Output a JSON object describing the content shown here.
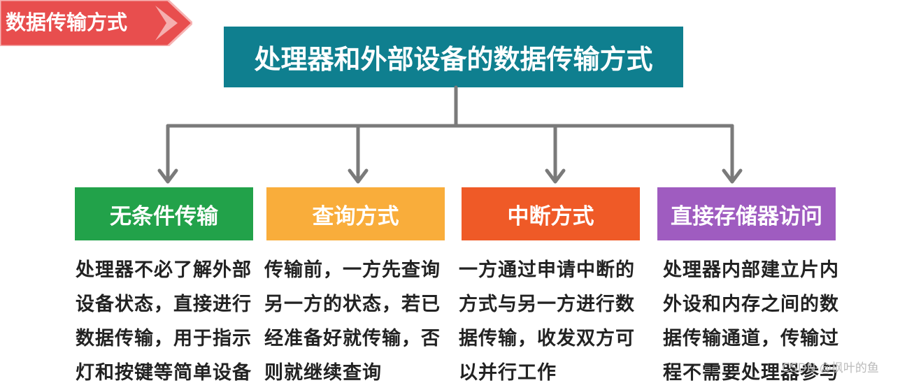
{
  "corner_tag": {
    "label": "数据传输方式",
    "color": "#e84e4e"
  },
  "main_title": {
    "label": "处理器和外部设备的数据传输方式",
    "color": "#0f7f8f"
  },
  "connector_color": "#7a7a7a",
  "cards": [
    {
      "title": "无条件传输",
      "color": "#22a24a",
      "description": "处理器不必了解外部设备状态，直接进行数据传输，用于指示灯和按键等简单设备"
    },
    {
      "title": "查询方式",
      "color": "#f9ad3b",
      "description": "传输前，一方先查询另一方的状态，若已经准备好就传输，否则就继续查询"
    },
    {
      "title": "中断方式",
      "color": "#ef5a27",
      "description": "一方通过申请中断的方式与另一方进行数据传输，收发双方可以并行工作"
    },
    {
      "title": "直接存储器访问",
      "color": "#9f5cc0",
      "description": "处理器内部建立片内外设和内存之间的数据传输通道，传输过程不需要处理器参与"
    }
  ],
  "watermark": "CSDN @枫叶的鱼"
}
